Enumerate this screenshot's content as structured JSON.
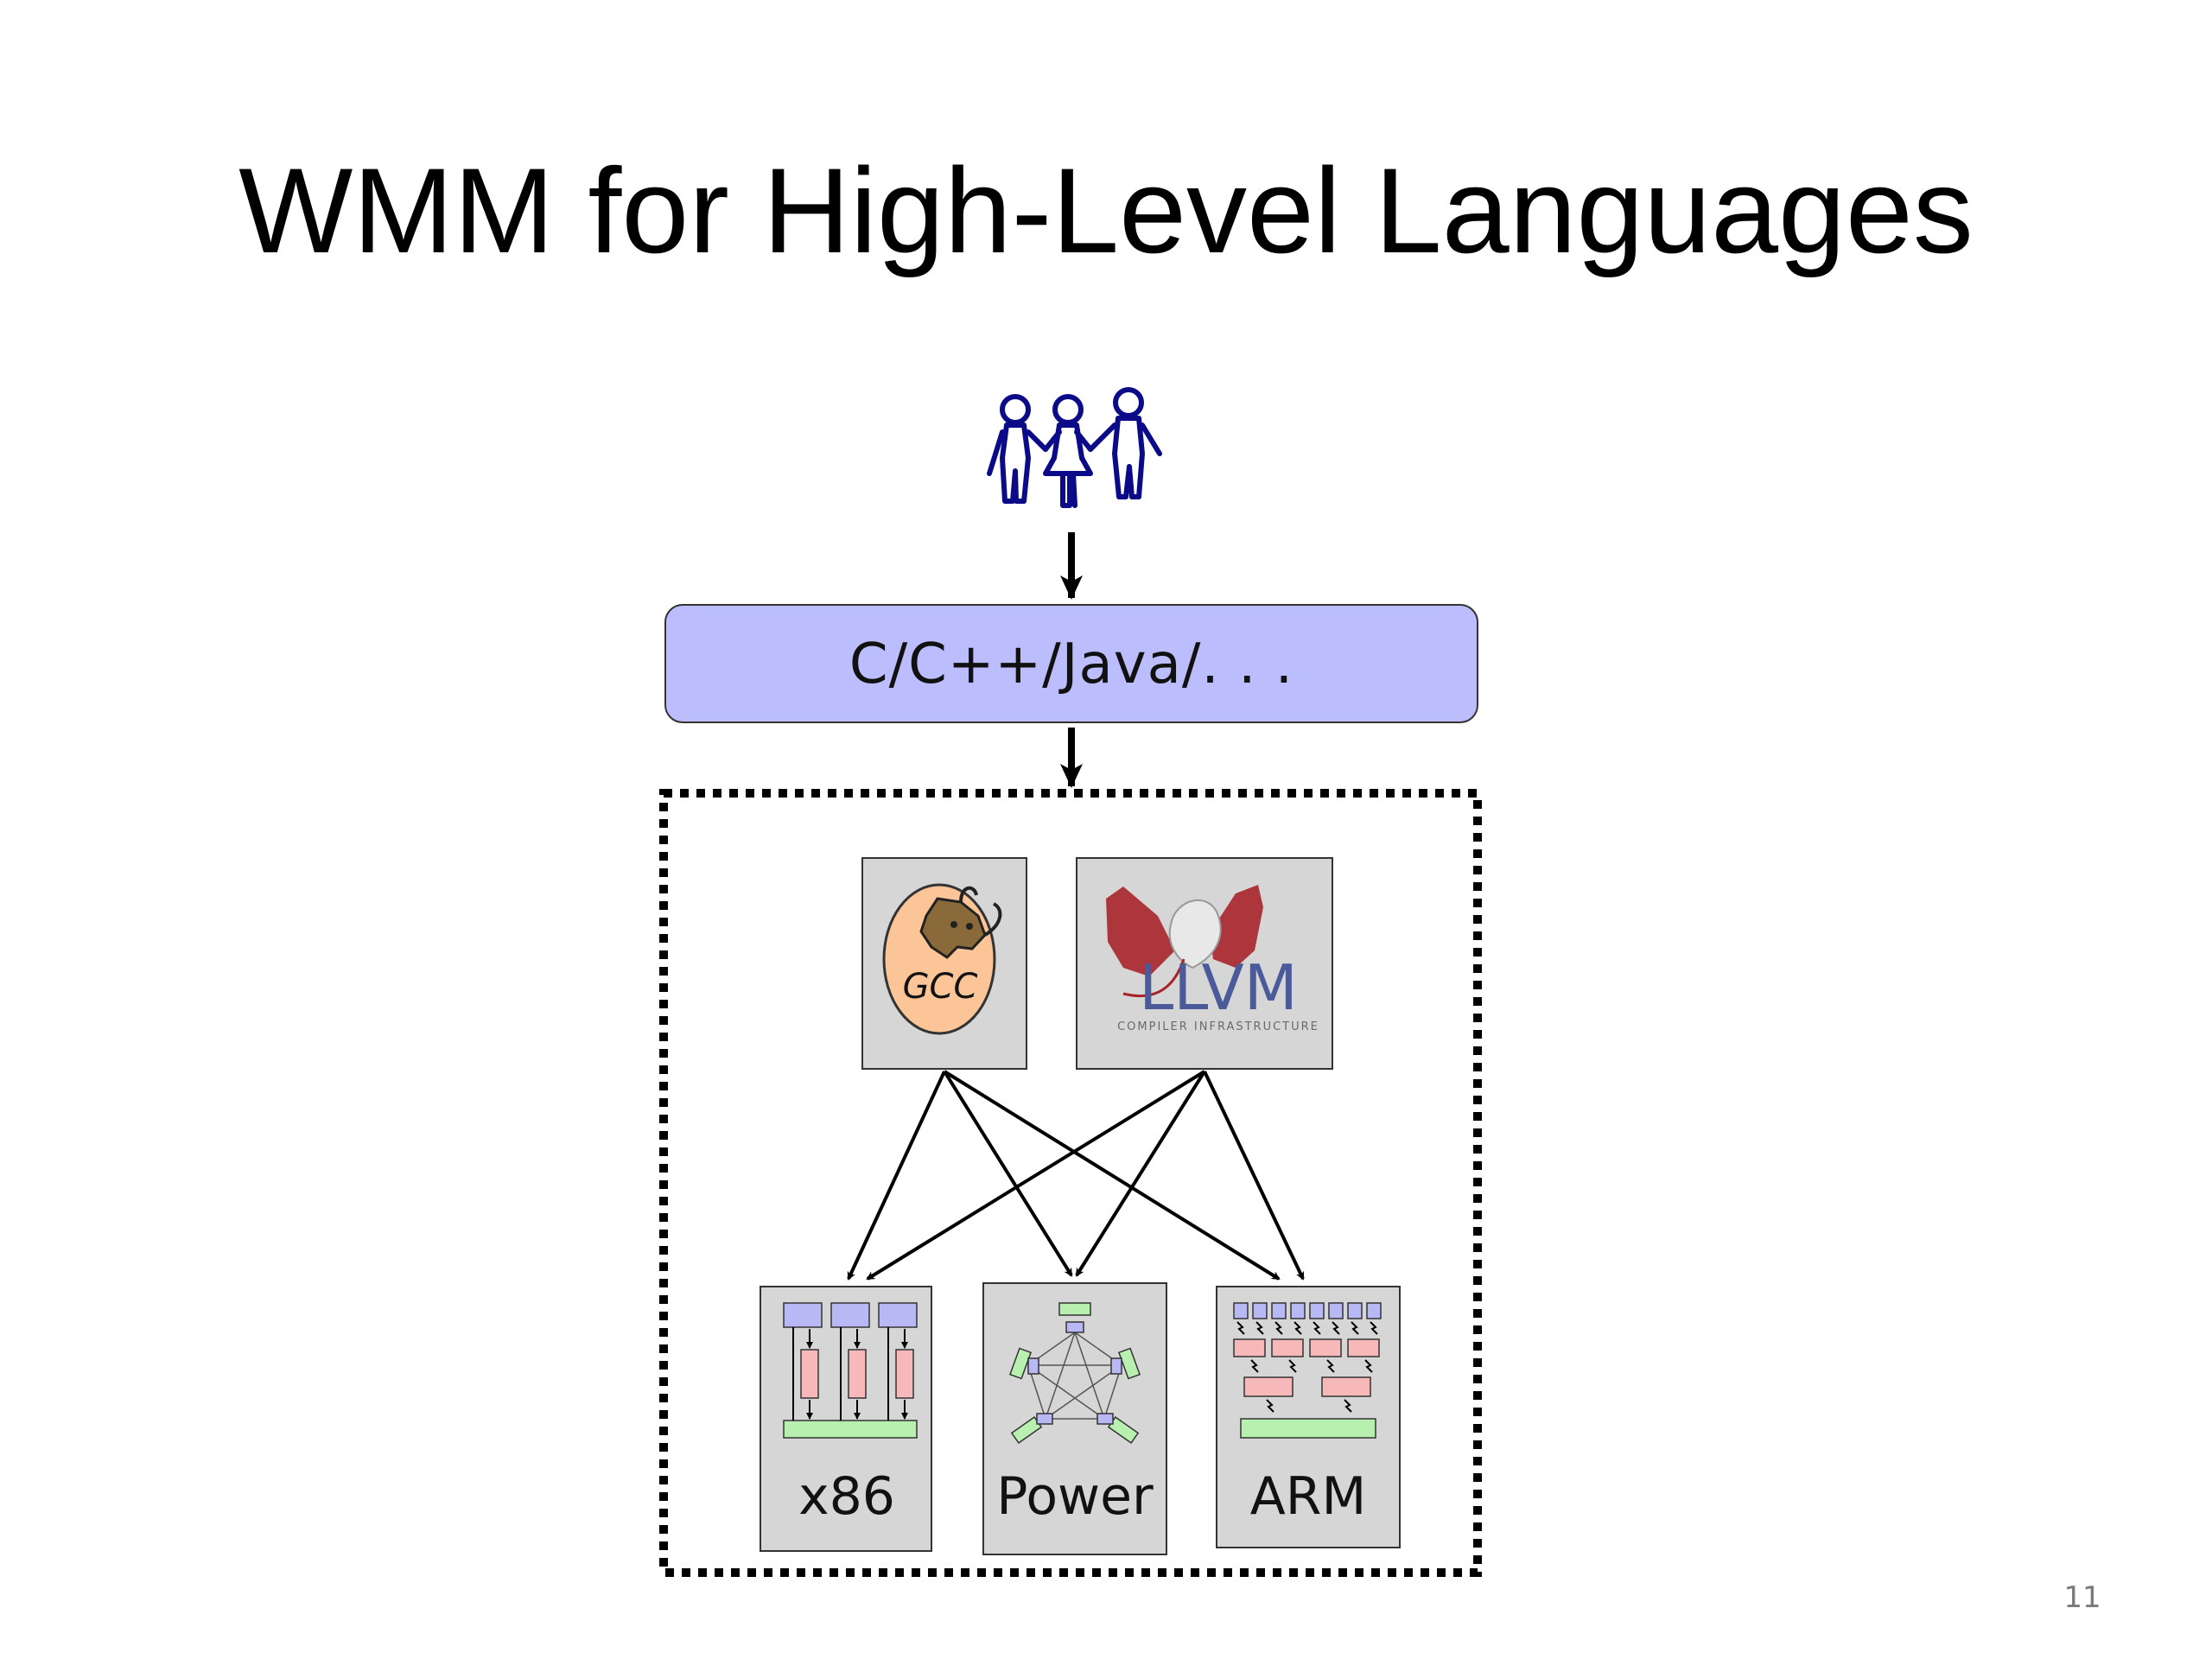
{
  "slide": {
    "title": "WMM for High-Level Languages",
    "page_number": "11"
  },
  "diagram": {
    "language_box_label": "C/C++/Java/. . .",
    "compilers": [
      {
        "id": "gcc",
        "label": "GCC"
      },
      {
        "id": "llvm",
        "label": "LLVM",
        "sublabel": "COMPILER INFRASTRUCTURE"
      }
    ],
    "architectures": [
      {
        "id": "x86",
        "label": "x86"
      },
      {
        "id": "power",
        "label": "Power"
      },
      {
        "id": "arm",
        "label": "ARM"
      }
    ]
  },
  "colors": {
    "language_box_fill": "#bbbdfc",
    "node_fill": "#d6d6d6",
    "people_stroke": "#0b0b8a",
    "llvm_text": "#4a5a9a",
    "llvm_wing": "#a8242b",
    "gcc_egg": "#fcc597",
    "cpu_blue": "#b8b8f5",
    "mem_pink": "#f6b8b8",
    "bus_green": "#b8f0b0"
  },
  "icons": [
    "people-icon",
    "gnu-head-icon",
    "llvm-dragon-icon",
    "x86-architecture-icon",
    "power-architecture-icon",
    "arm-architecture-icon"
  ]
}
